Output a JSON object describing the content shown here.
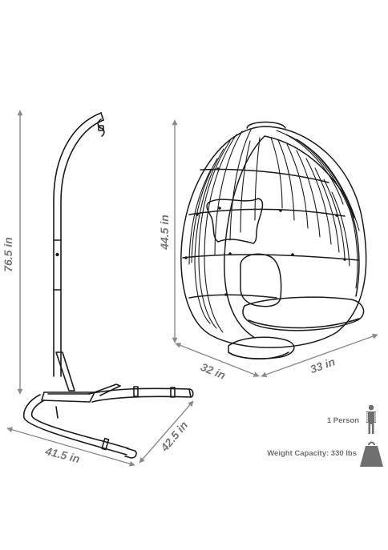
{
  "dimensions": {
    "stand_height": "76.5 in",
    "base_width": "41.5 in",
    "base_depth": "42.5 in",
    "chair_height": "44.5 in",
    "chair_depth": "32 in",
    "chair_width": "33 in"
  },
  "legend": {
    "occupancy": "1 Person",
    "weight_capacity": "Weight Capacity: 330 lbs"
  },
  "colors": {
    "line": "#1a1a1a",
    "dimension": "#8a8a8a",
    "label": "#777777",
    "icon": "#6f6f6f"
  }
}
